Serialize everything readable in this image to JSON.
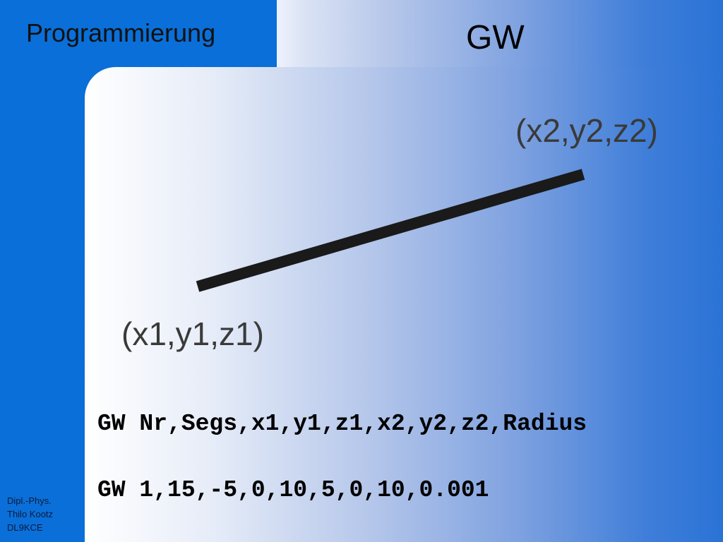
{
  "header": {
    "section": "Programmierung",
    "title": "GW"
  },
  "diagram": {
    "start_label": "(x1,y1,z1)",
    "end_label": "(x2,y2,z2)",
    "wire_color": "#1a1a1a"
  },
  "code": {
    "syntax": "GW Nr,Segs,x1,y1,z1,x2,y2,z2,Radius",
    "example": "GW 1,15,-5,0,10,5,0,10,0.001"
  },
  "author": {
    "line1": "Dipl.-Phys.",
    "line2": "Thilo Kootz",
    "line3": "DL9KCE"
  },
  "colors": {
    "background_blue": "#0a6fd8",
    "gradient_light": "#ffffff",
    "gradient_dark": "#2a73d6"
  }
}
